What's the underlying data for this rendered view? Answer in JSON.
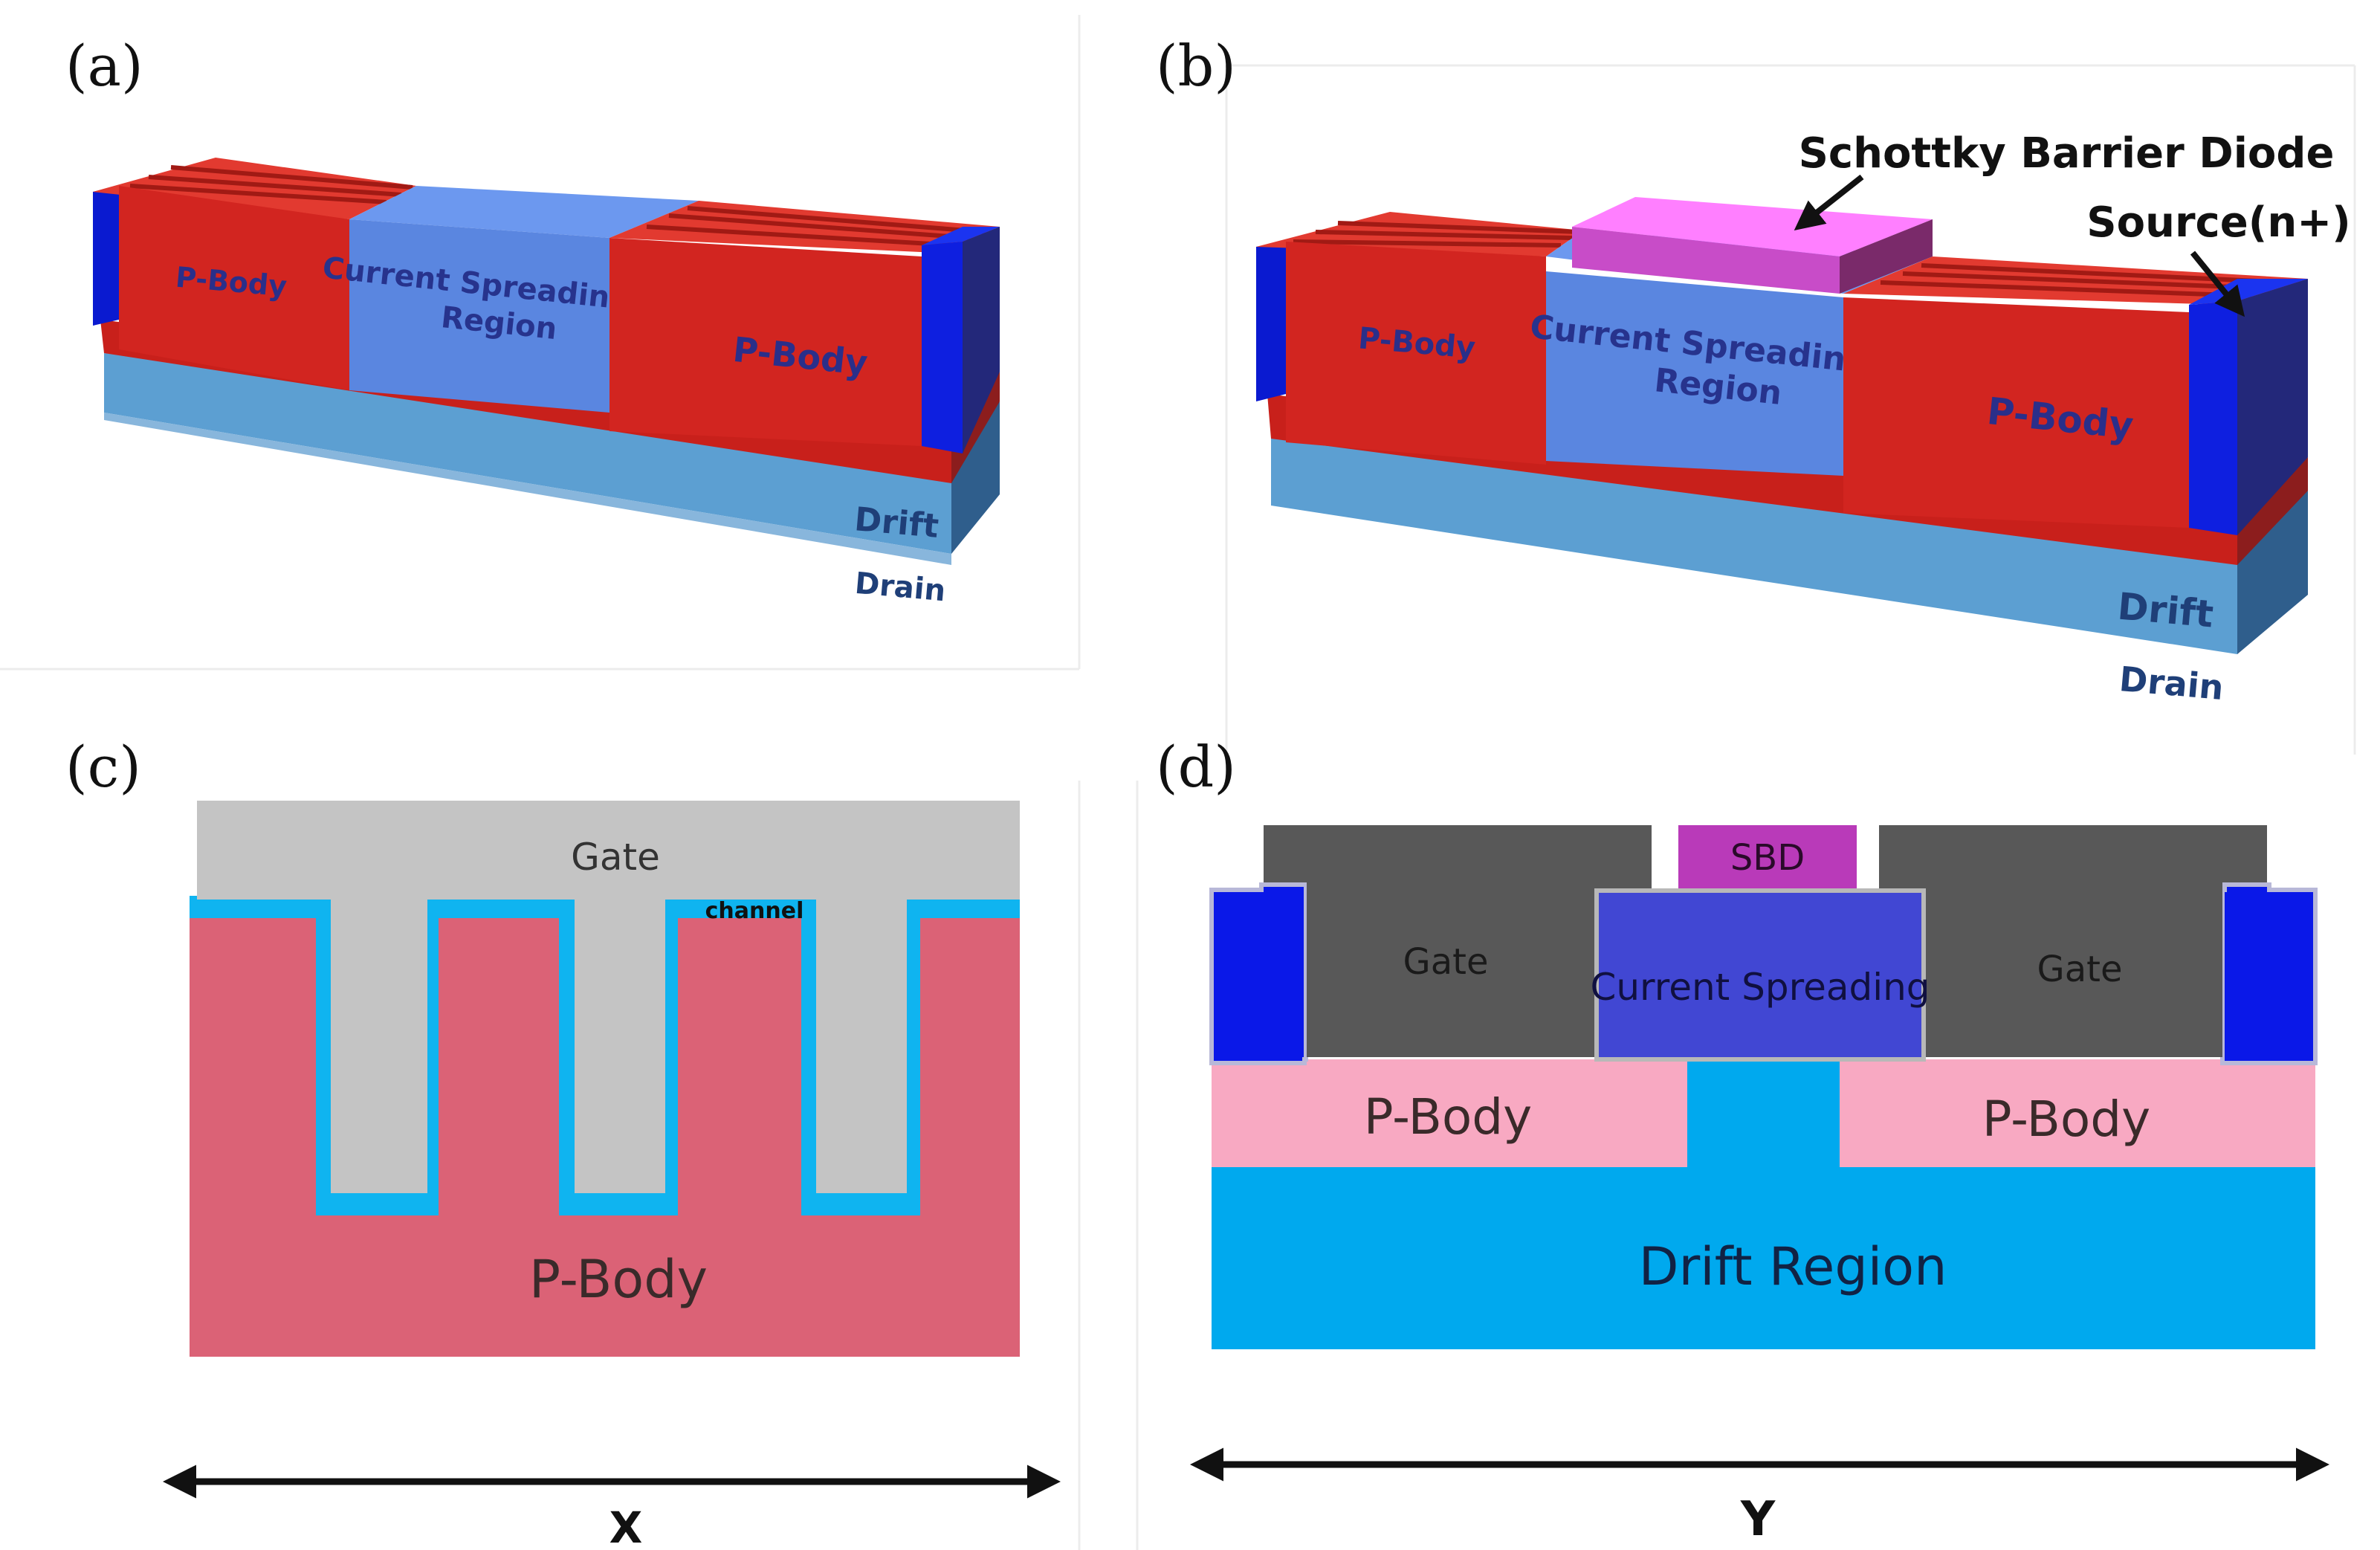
{
  "panels": {
    "a": {
      "tag": "(a)",
      "labels": {
        "pbody_left": "P-Body",
        "csr_line1": "Current Spreading",
        "csr_line2": "Region",
        "pbody_right": "P-Body",
        "drift": "Drift",
        "drain": "Drain"
      }
    },
    "b": {
      "tag": "(b)",
      "labels": {
        "sbd": "Schottky Barrier Diode",
        "source": "Source(n+)",
        "pbody_left": "P-Body",
        "csr_line1": "Current Spreading",
        "csr_line2": "Region",
        "pbody_right": "P-Body",
        "drift": "Drift",
        "drain": "Drain"
      }
    },
    "c": {
      "tag": "(c)",
      "labels": {
        "gate": "Gate",
        "channel": "channel",
        "pbody": "P-Body",
        "axis": "X"
      }
    },
    "d": {
      "tag": "(d)",
      "labels": {
        "sbd": "SBD",
        "gate_left": "Gate",
        "current_spreading": "Current Spreading",
        "gate_right": "Gate",
        "pbody_left": "P-Body",
        "pbody_right": "P-Body",
        "drift_region": "Drift Region",
        "axis": "Y"
      }
    }
  },
  "colors": {
    "pbody_red": "#d22520",
    "source_blue": "#0e1fe0",
    "csr_blue": "#5a86e0",
    "drift_blue": "#5c9fd2",
    "sbd_magenta": "#ee66ee",
    "gate_gray": "#c4c4c4",
    "oxide_cyan": "#0fb4f0",
    "pbody_pink": "#db6276",
    "dark_gate": "#585858",
    "cs_blue": "#4147d3",
    "pbody_light": "#f8a9c2",
    "drift_cyan": "#00a9ee",
    "sbd_purple": "#b93ab9"
  }
}
